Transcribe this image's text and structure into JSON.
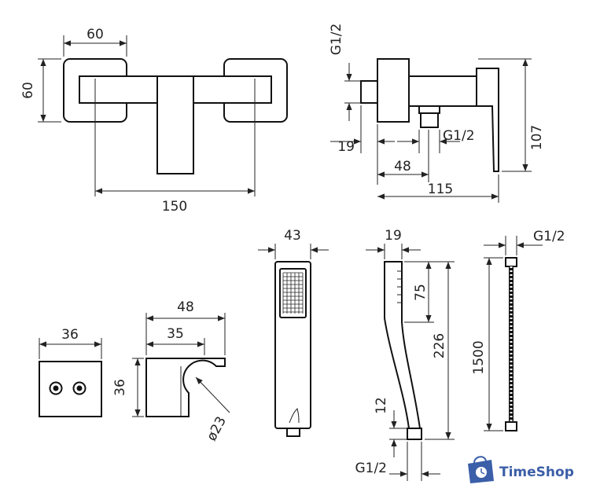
{
  "dimensions": {
    "mixer_width": "60",
    "mixer_height": "60",
    "mixer_centers": "150",
    "inlet_thread": "G1/2",
    "outlet_thread": "G1/2",
    "side_offset": "19",
    "side_outlet": "48",
    "side_depth": "115",
    "side_height": "107",
    "holder_front_width": "36",
    "holder_width": "48",
    "holder_inner": "35",
    "holder_height": "36",
    "holder_diameter": "ø23",
    "handshower_width": "43",
    "handshower_depth": "19",
    "handshower_head": "75",
    "handshower_length": "226",
    "handshower_neck": "12",
    "handshower_thread": "G1/2",
    "hose_thread": "G1/2",
    "hose_length": "1500"
  },
  "logo": {
    "text": "TimeShop",
    "icon": "shopping-bag-clock-icon",
    "color": "#3b5fa8"
  }
}
